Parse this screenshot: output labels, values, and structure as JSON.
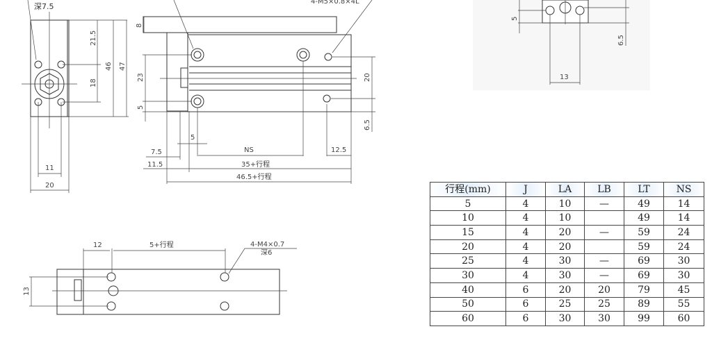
{
  "drawing": {
    "front_view": {
      "callout": "深7.5",
      "dims": [
        "21.5",
        "18",
        "46",
        "47",
        "11",
        "20"
      ]
    },
    "side_view": {
      "callout": "4-M5×0.8×4L",
      "dims": [
        "8",
        "23",
        "5",
        "20",
        "6.5",
        "5",
        "7.5",
        "11.5",
        "NS",
        "12.5",
        "35+行程",
        "46.5+行程"
      ]
    },
    "end_view": {
      "dims": [
        "5",
        "6.5",
        "13"
      ]
    },
    "bottom_view": {
      "callout": "4-M4×0.7",
      "callout_depth": "深6",
      "dims": [
        "12",
        "5+行程",
        "13"
      ]
    }
  },
  "table": {
    "headers": [
      "行程(mm)",
      "J",
      "LA",
      "LB",
      "LT",
      "NS"
    ],
    "rows": [
      [
        "5",
        "4",
        "10",
        "—",
        "49",
        "14"
      ],
      [
        "10",
        "4",
        "10",
        "",
        "49",
        "14"
      ],
      [
        "15",
        "4",
        "20",
        "—",
        "59",
        "24"
      ],
      [
        "20",
        "4",
        "20",
        "",
        "59",
        "24"
      ],
      [
        "25",
        "4",
        "30",
        "—",
        "69",
        "30"
      ],
      [
        "30",
        "4",
        "30",
        "—",
        "69",
        "30"
      ],
      [
        "40",
        "6",
        "20",
        "20",
        "79",
        "45"
      ],
      [
        "50",
        "6",
        "25",
        "25",
        "89",
        "55"
      ],
      [
        "60",
        "6",
        "30",
        "30",
        "99",
        "60"
      ]
    ]
  }
}
